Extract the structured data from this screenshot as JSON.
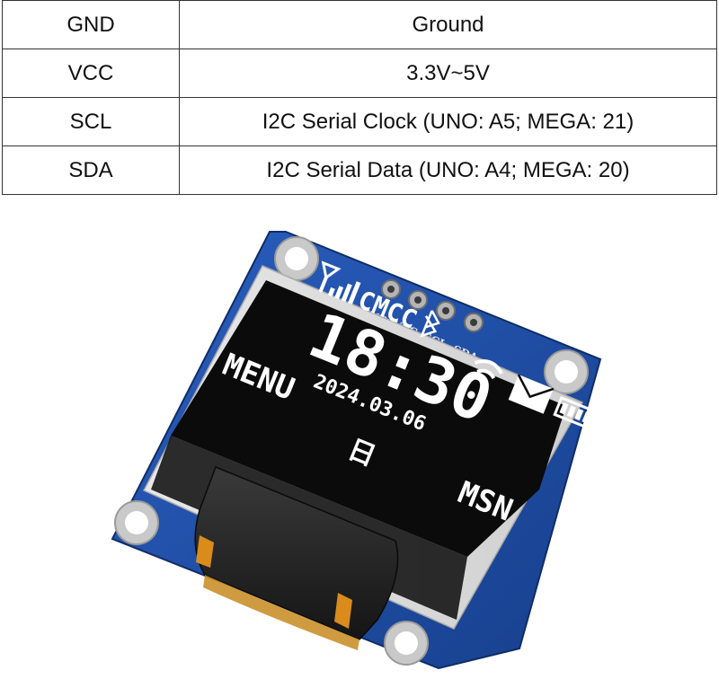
{
  "pin_table": {
    "rows": [
      {
        "pin": "GND",
        "description": "Ground"
      },
      {
        "pin": "VCC",
        "description": "3.3V~5V"
      },
      {
        "pin": "SCL",
        "description": "I2C Serial Clock (UNO: A5; MEGA: 21)"
      },
      {
        "pin": "SDA",
        "description": "I2C Serial Data (UNO: A4; MEGA: 20)"
      }
    ]
  },
  "module": {
    "header_labels": [
      "GND",
      "VCC",
      "SCL",
      "SDA"
    ],
    "board_color": "#1f4fa8",
    "screen": {
      "carrier": "CMCC",
      "time": "18:30",
      "date": "2024.03.06",
      "left_label": "MENU",
      "center_label": "日",
      "right_label": "MSN",
      "icons": [
        "signal-icon",
        "bluetooth-icon",
        "wifi-icon",
        "mail-icon",
        "battery-icon"
      ]
    }
  }
}
